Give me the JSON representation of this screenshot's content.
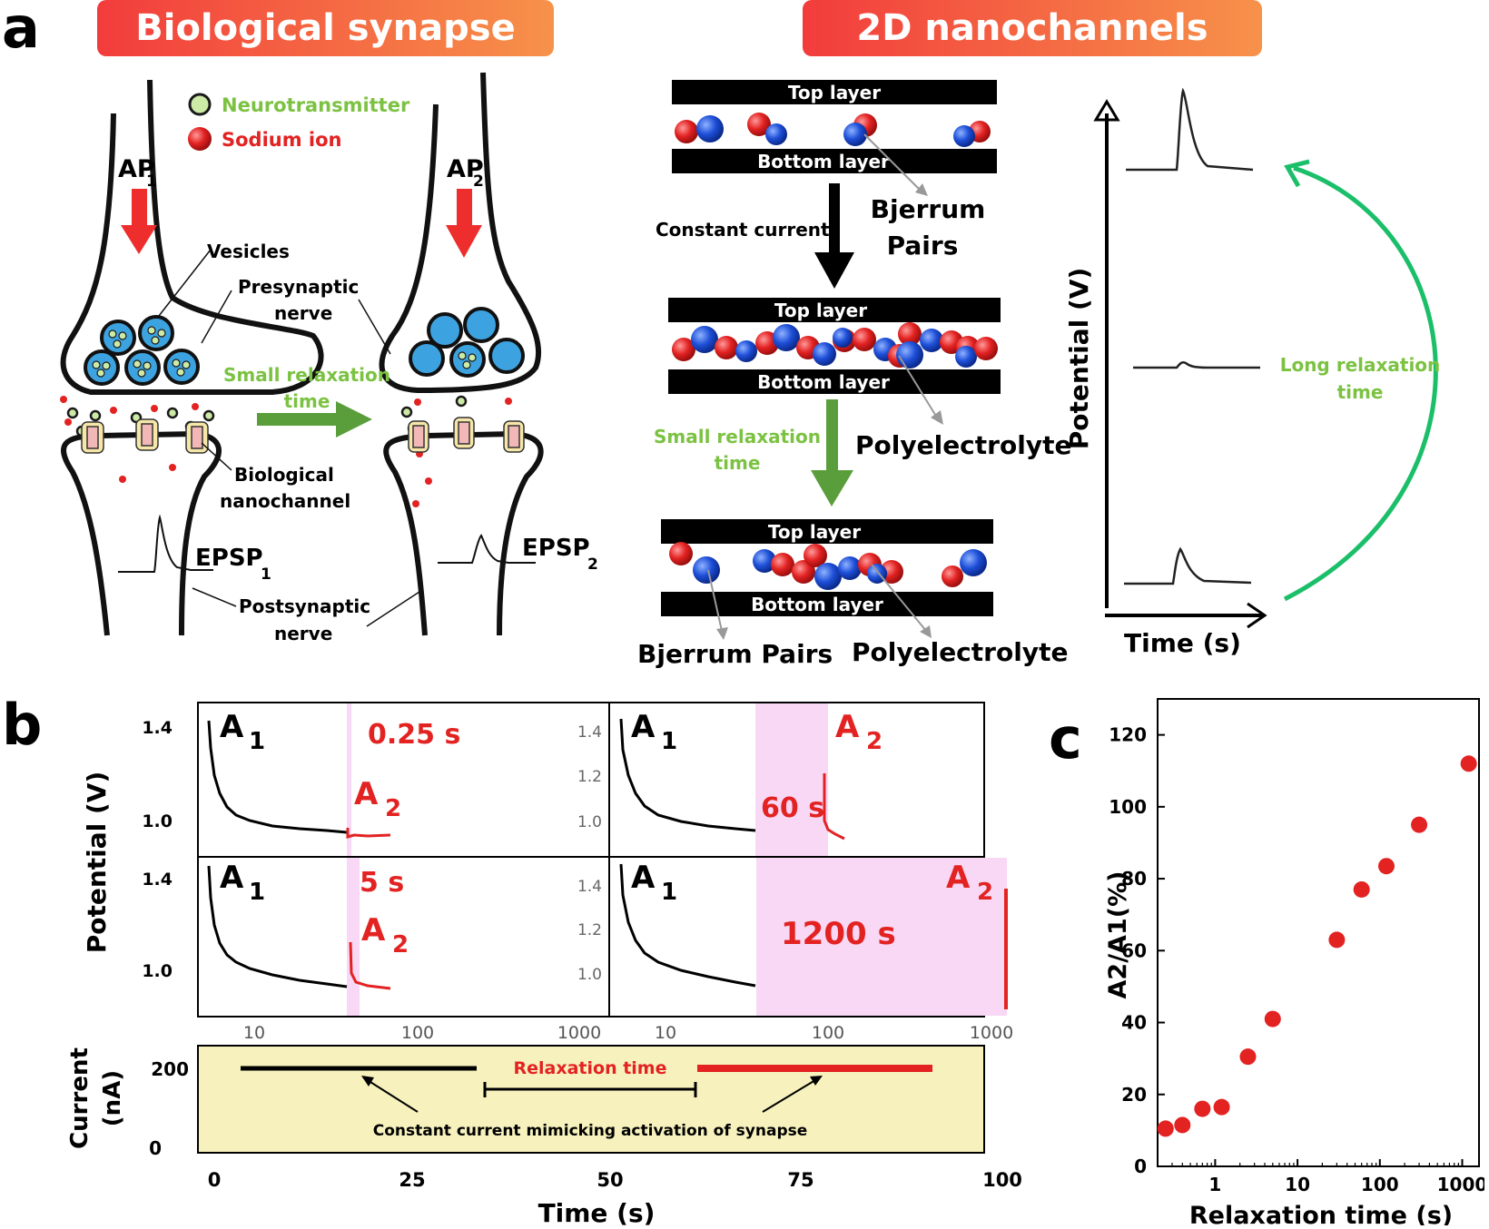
{
  "panel_labels": {
    "a": "a",
    "b": "b",
    "c": "c"
  },
  "banners": {
    "bio": "Biological synapse",
    "nano": "2D nanochannels"
  },
  "bio": {
    "legend_neuro": "Neurotransmitter",
    "legend_sodium": "Sodium ion",
    "ap": "AP",
    "ap1_sub": "1",
    "ap2_sub": "2",
    "vesicles": "Vesicles",
    "presynaptic_1": "Presynaptic",
    "presynaptic_2": "nerve",
    "small_relax_1": "Small relaxation",
    "small_relax_2": "time",
    "bio_nano_1": "Biological",
    "bio_nano_2": "nanochannel",
    "epsp": "EPSP",
    "epsp1_sub": "1",
    "epsp2_sub": "2",
    "postsynaptic_1": "Postsynaptic",
    "postsynaptic_2": "nerve"
  },
  "nano": {
    "top_layer": "Top layer",
    "bottom_layer": "Bottom layer",
    "bjerrum_1": "Bjerrum",
    "bjerrum_2": "Pairs",
    "constant_current": "Constant current",
    "polyelectrolyte": "Polyelectrolyte",
    "small_relax_1": "Small relaxation",
    "small_relax_2": "time",
    "bjerrum_pairs": "Bjerrum Pairs",
    "potential_axis": "Potential (V)",
    "time_axis": "Time (s)",
    "long_relax_1": "Long relaxation",
    "long_relax_2": "time"
  },
  "colors": {
    "red": "#e32222",
    "blue": "#1e4fd8",
    "green_text": "#7cc242",
    "green_arrow": "#5a9e3c",
    "teal": "#1bbf6a",
    "pink": "#f8d8f5",
    "yellow": "#f7f2bd"
  },
  "panel_b": {
    "ylabel": "Potential (V)",
    "current_ylabel_1": "Current",
    "current_ylabel_2": "(nA)",
    "xlabel": "Time (s)",
    "relax_label": "Relaxation time",
    "constant_label": "Constant current mimicking activation of synapse",
    "a_letter": "A",
    "sub1": "1",
    "sub2": "2",
    "subplots": [
      {
        "relax": "0.25 s"
      },
      {
        "relax": "60 s"
      },
      {
        "relax": "5 s"
      },
      {
        "relax": "1200 s"
      }
    ],
    "yticks": [
      "1.4",
      "1.2",
      "1.0"
    ],
    "xticks": [
      "10",
      "100",
      "1000"
    ],
    "current_yticks": [
      "200",
      "0"
    ],
    "current_xticks": [
      "0",
      "25",
      "50",
      "75",
      "100"
    ]
  },
  "chart_data": {
    "type": "scatter",
    "xlabel": "Relaxation time (s)",
    "ylabel": "A2/A1(%)",
    "x_scale": "log",
    "xlim": [
      0.2,
      1600
    ],
    "ylim": [
      0,
      130
    ],
    "xticks": [
      "1",
      "10",
      "100",
      "1000"
    ],
    "yticks": [
      "0",
      "20",
      "40",
      "60",
      "80",
      "100",
      "120"
    ],
    "points": [
      {
        "x": 0.25,
        "y": 10.5
      },
      {
        "x": 0.4,
        "y": 11.5
      },
      {
        "x": 0.7,
        "y": 16
      },
      {
        "x": 1.2,
        "y": 16.5
      },
      {
        "x": 2.5,
        "y": 30.5
      },
      {
        "x": 5,
        "y": 41
      },
      {
        "x": 30,
        "y": 63
      },
      {
        "x": 60,
        "y": 77
      },
      {
        "x": 120,
        "y": 83.5
      },
      {
        "x": 300,
        "y": 95
      },
      {
        "x": 1200,
        "y": 112
      }
    ]
  }
}
